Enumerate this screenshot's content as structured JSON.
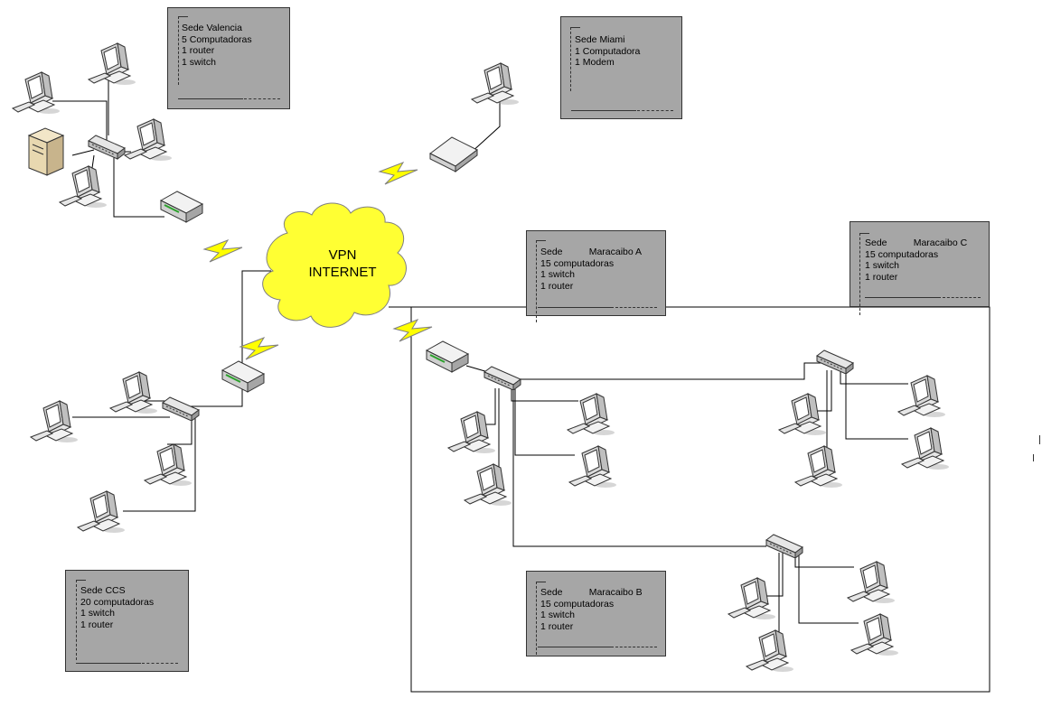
{
  "cloud": {
    "line1": "VPN",
    "line2": "INTERNET"
  },
  "sites": {
    "valencia": {
      "lines": [
        "Sede Valencia",
        "5 Computadoras",
        "1 router",
        "1 switch"
      ]
    },
    "miami": {
      "lines": [
        "Sede Miami",
        "1 Computadora",
        "1 Modem"
      ]
    },
    "maracaibo_a": {
      "lines": [
        "Sede          Maracaibo A",
        "15 computadoras",
        "1 switch",
        "1 router"
      ]
    },
    "maracaibo_c": {
      "lines": [
        "Sede          Maracaibo C",
        "15 computadoras",
        "1 switch",
        "1 router"
      ]
    },
    "ccs": {
      "lines": [
        "Sede CCS",
        "20 computadoras",
        "1 switch",
        "1 router"
      ]
    },
    "maracaibo_b": {
      "lines": [
        "Sede          Maracaibo B",
        "15 computadoras",
        "1 switch",
        "1 router"
      ]
    }
  },
  "colors": {
    "note_fill": "#a6a6a6",
    "cloud_fill": "#ffff33",
    "lightning_fill": "#ffff00",
    "line": "#000000"
  },
  "icons": [
    "pc-icon",
    "server-icon",
    "switch-icon",
    "router-icon",
    "modem-icon",
    "cloud-icon",
    "lightning-icon"
  ]
}
